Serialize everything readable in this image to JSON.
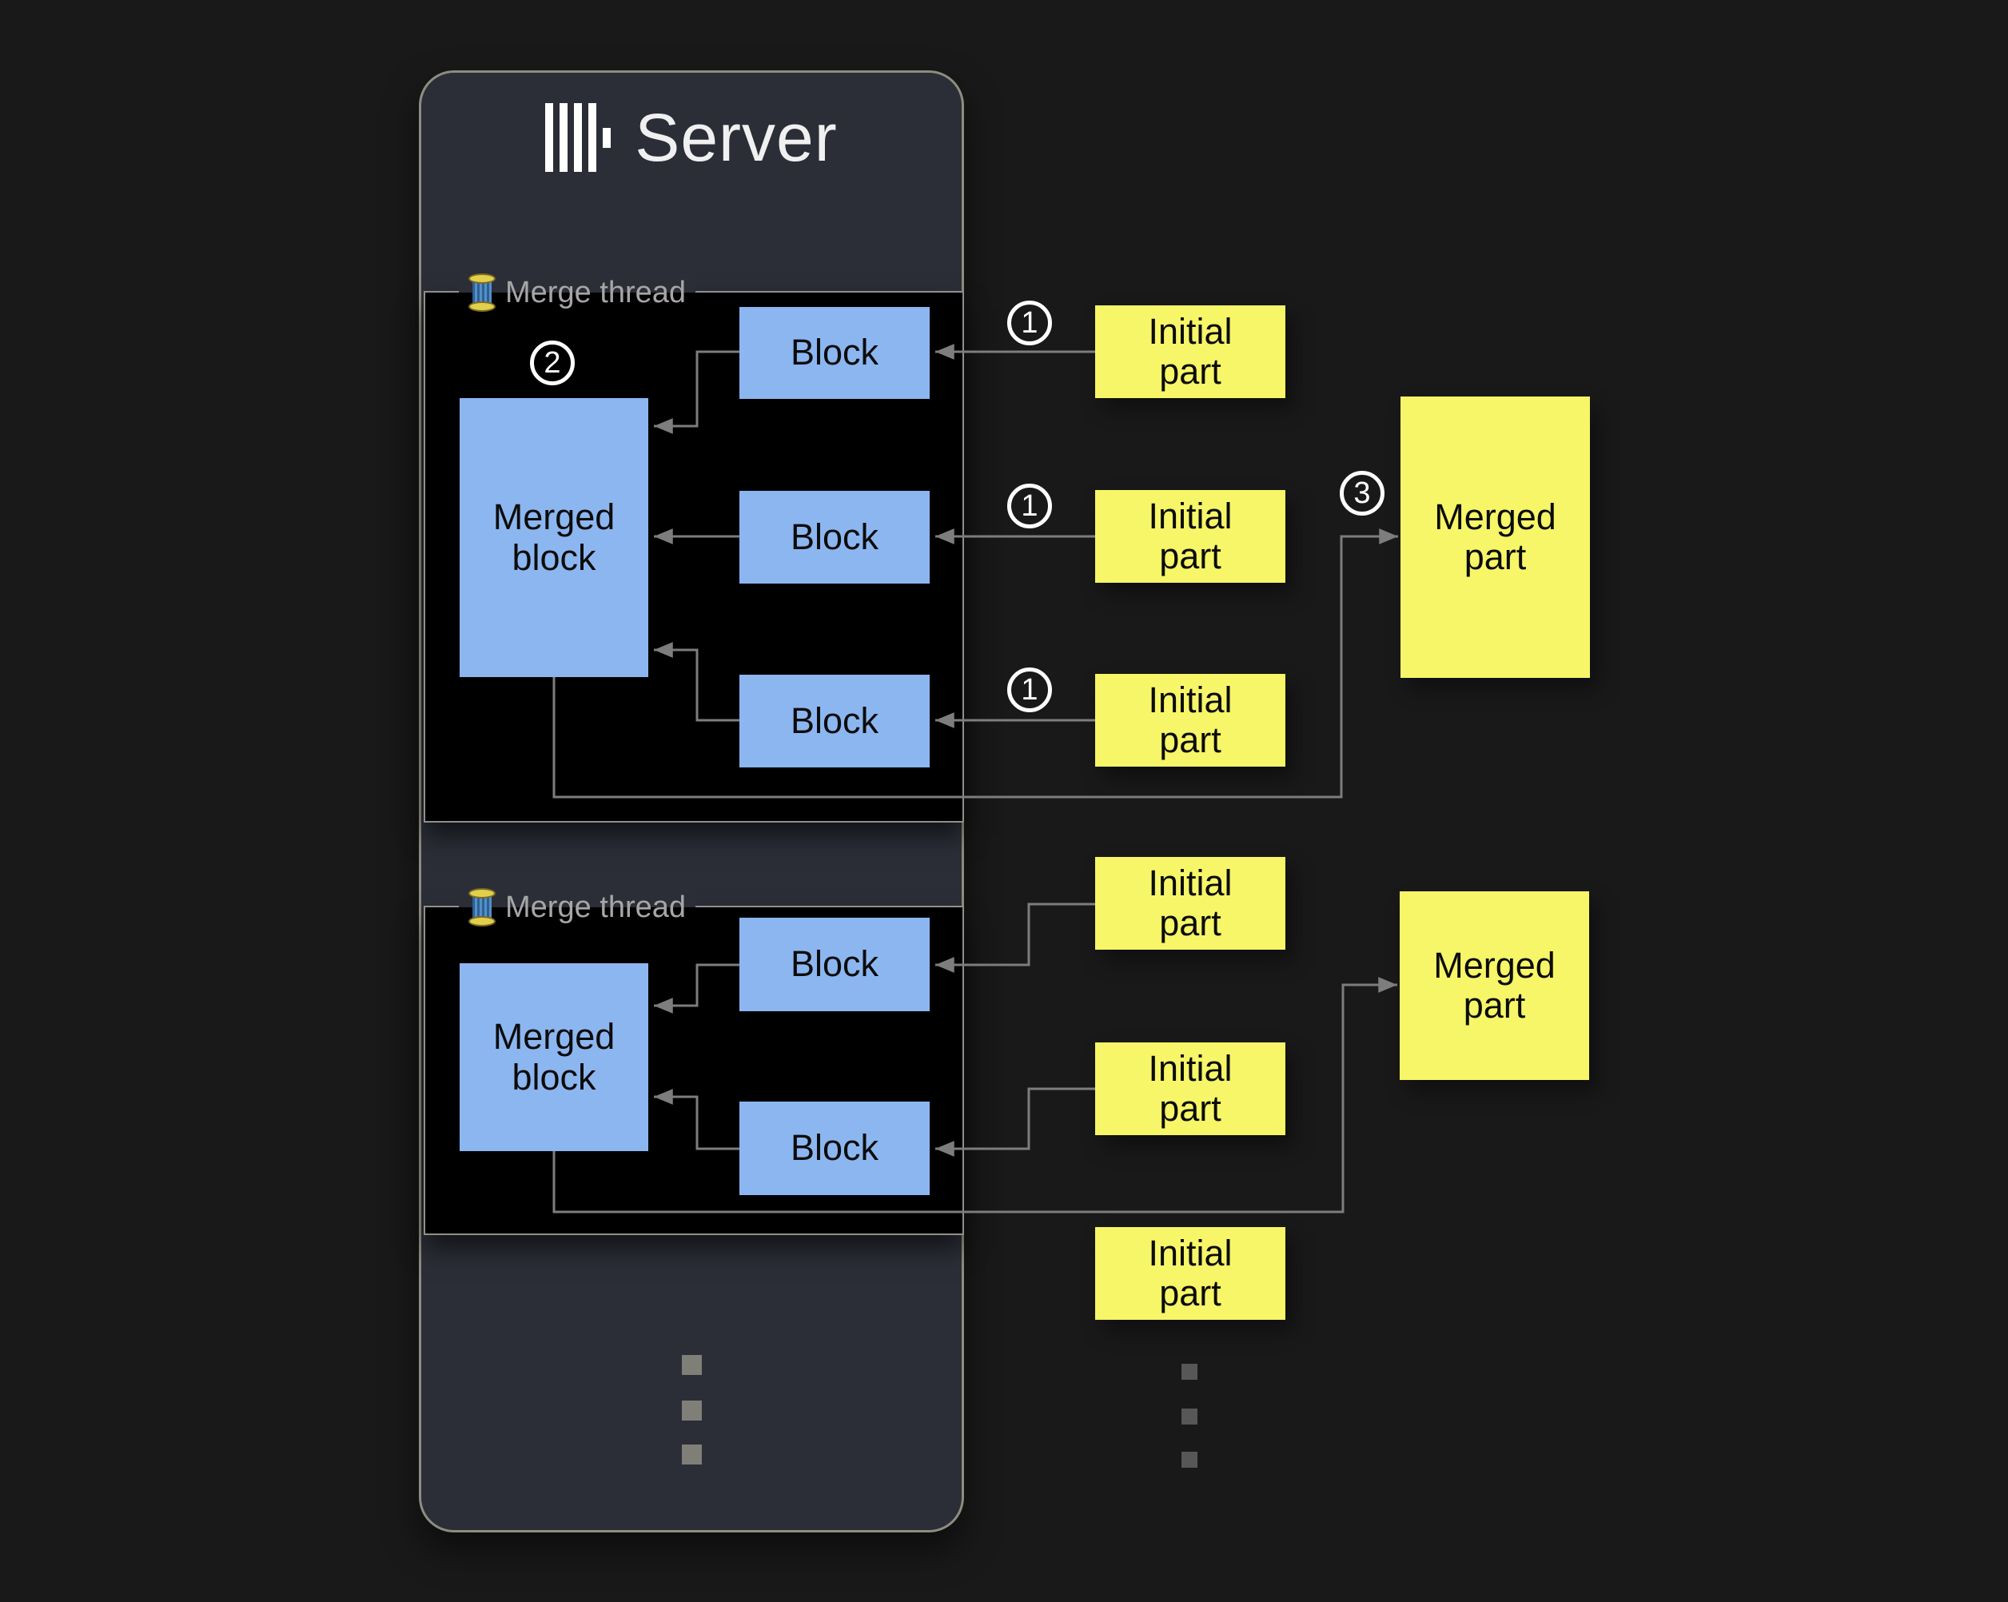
{
  "server": {
    "title": "Server"
  },
  "merge_thread": {
    "label": "Merge thread"
  },
  "labels": {
    "block": "Block",
    "merged_block": "Merged block",
    "initial_part": "Initial part",
    "merged_part": "Merged part"
  },
  "steps": {
    "step1": "1",
    "step2": "2",
    "step3": "3"
  },
  "icons": {
    "logo": "clickhouse-logo-icon",
    "thread": "thread-spool-icon",
    "ellipsis": "vertical-ellipsis-dots"
  },
  "colors": {
    "background": "#191919",
    "server_bg": "#2b2e37",
    "server_border": "#8d8d7f",
    "panel_bg": "#000000",
    "panel_border": "#90908a",
    "block_fill": "#8cb6f0",
    "part_fill": "#f6f668",
    "connector": "#7d7d7d",
    "label_text": "#a6a6a6",
    "title_text": "#f0f0f0",
    "badge": "#ffffff"
  }
}
